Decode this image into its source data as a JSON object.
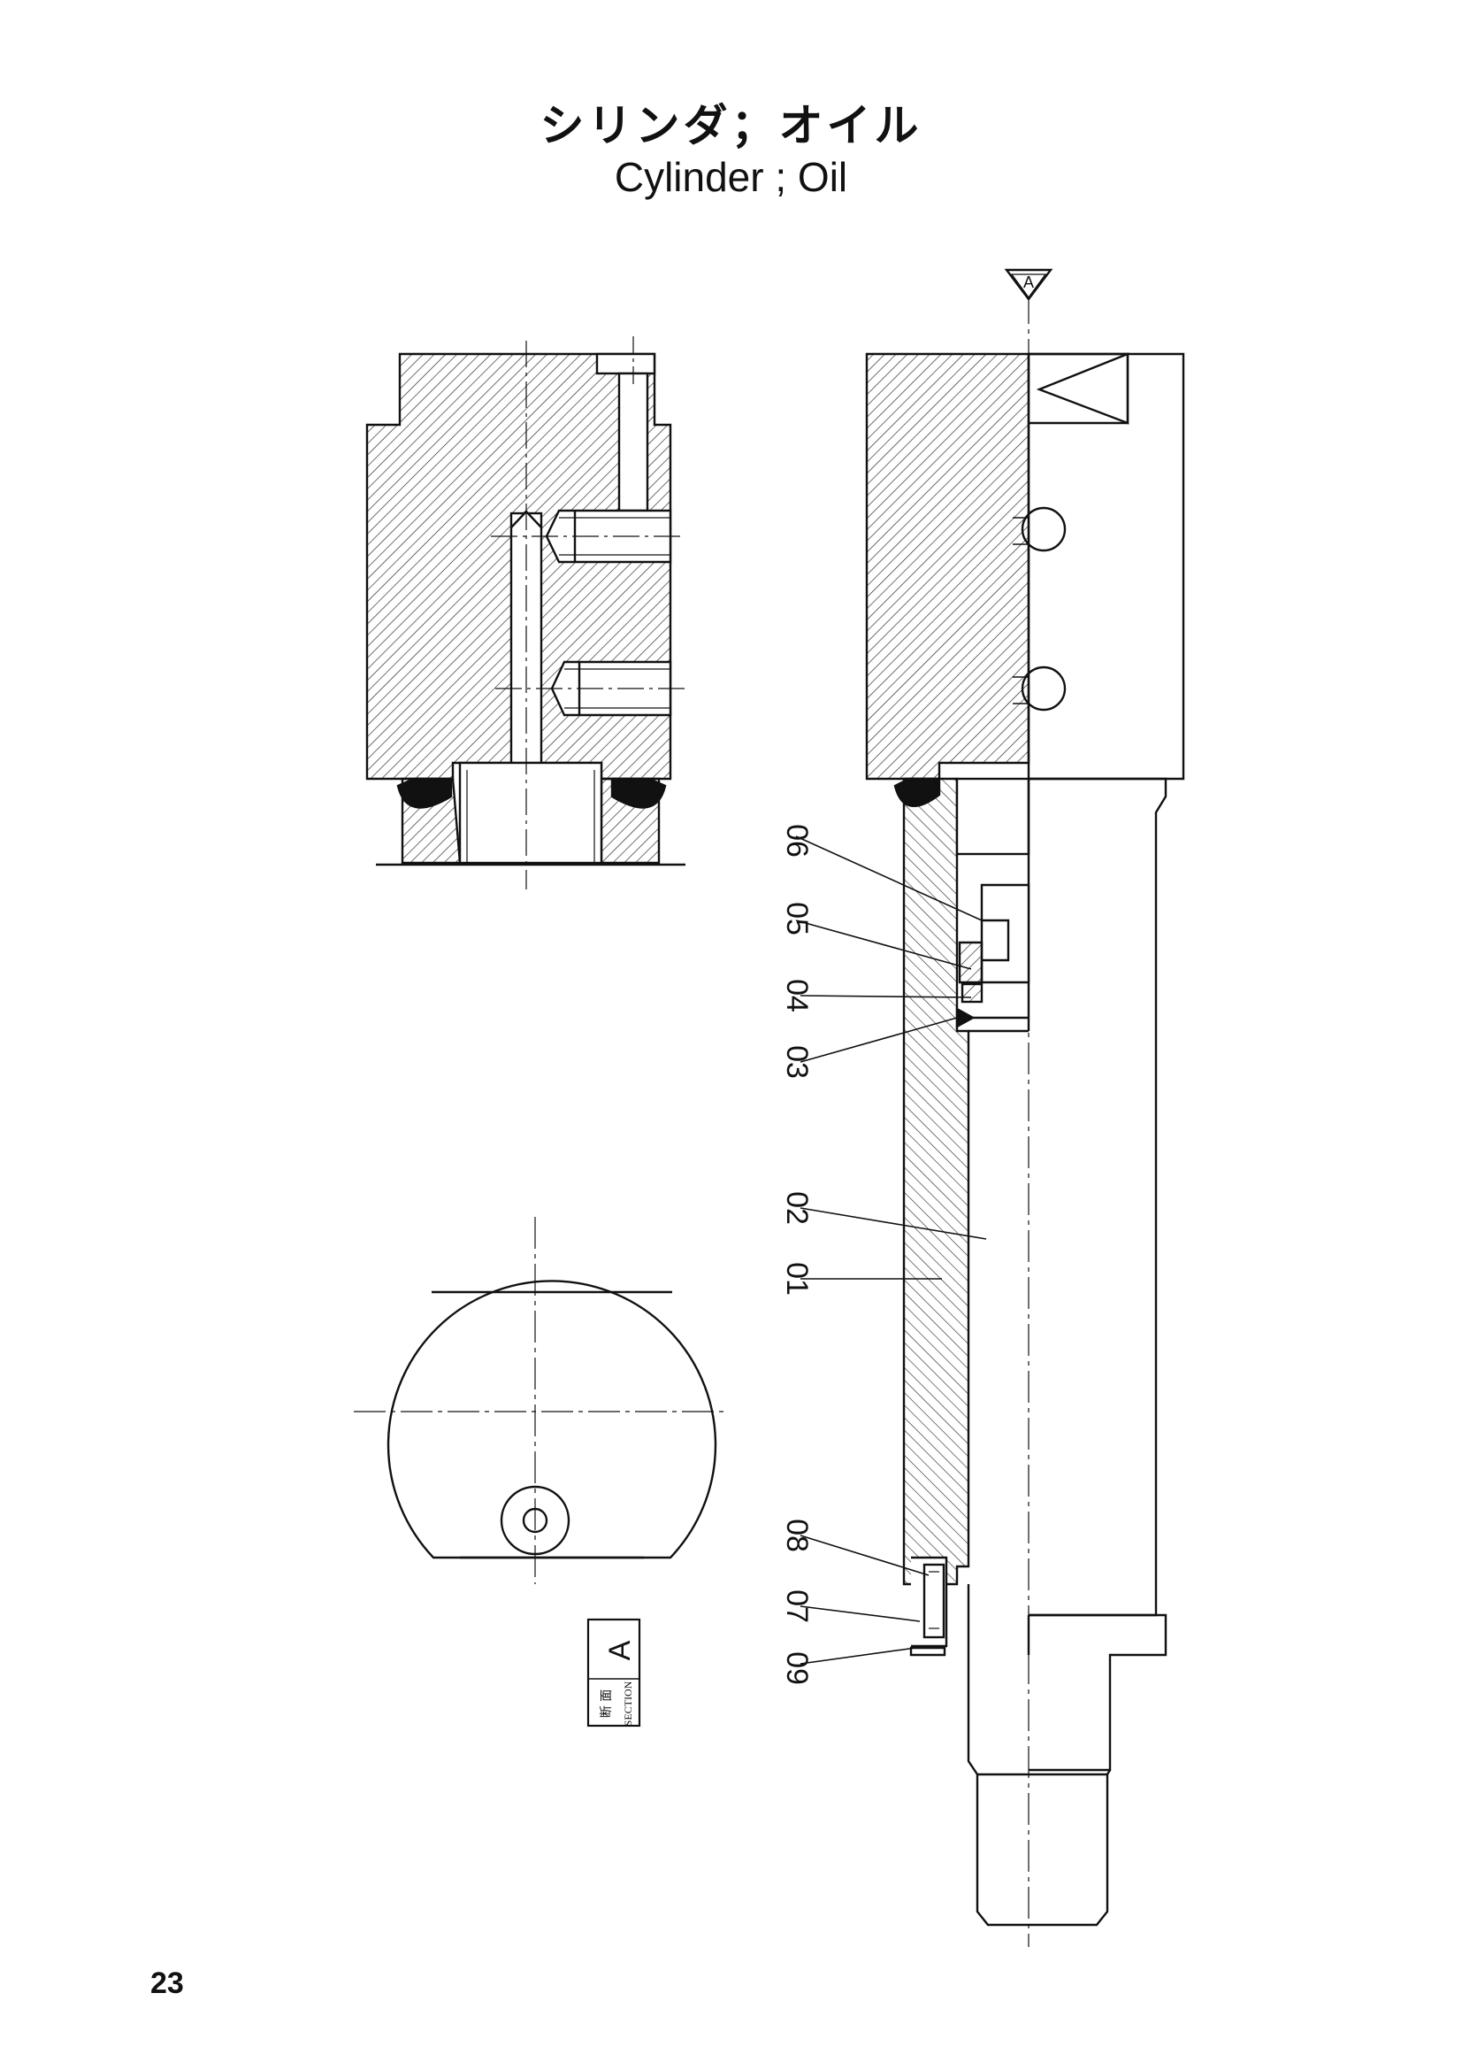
{
  "title": {
    "japanese": "シリンダ；オイル",
    "english": "Cylinder ; Oil"
  },
  "view_marker": "A",
  "section_label": {
    "kanji": "断 面",
    "english": "SECTION",
    "letter": "A"
  },
  "callouts": [
    "06",
    "05",
    "04",
    "03",
    "02",
    "01",
    "08",
    "07",
    "09"
  ],
  "page_number": "23"
}
